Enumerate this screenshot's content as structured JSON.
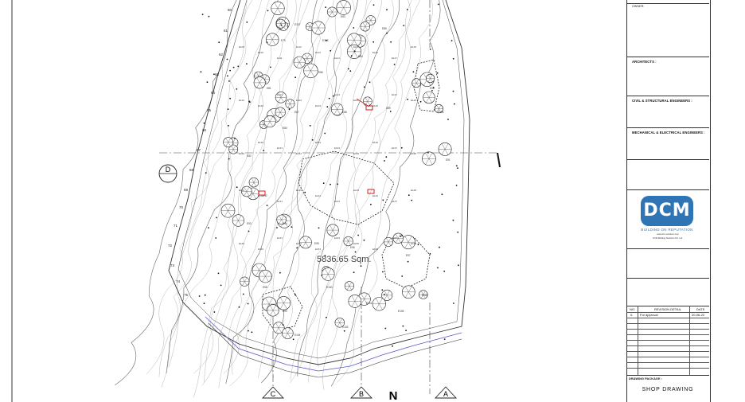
{
  "drawing": {
    "area_label": "5836.65 Sqm.",
    "north_label": "N",
    "section_markers": [
      "D",
      "C",
      "B",
      "A"
    ],
    "tree_tags": [
      "E79",
      "E80",
      "E81",
      "E82",
      "E83",
      "E84",
      "E85",
      "E86",
      "E87",
      "E88",
      "E89",
      "E90",
      "E91",
      "E92",
      "E93",
      "E94",
      "E95",
      "E96",
      "E97",
      "E98",
      "E99",
      "E100",
      "E101",
      "E102",
      "E103",
      "E104",
      "E105",
      "E106",
      "E107",
      "E108",
      "E109",
      "E110",
      "E111",
      "E112",
      "E113",
      "E114",
      "E115",
      "E116",
      "E117",
      "E118",
      "E119",
      "E120",
      "E121",
      "E122",
      "E123",
      "E124",
      "E125",
      "E126",
      "E127",
      "E128",
      "E129",
      "E130",
      "E131",
      "E132",
      "E133",
      "E134",
      "E135",
      "E136",
      "E137",
      "E138",
      "E139",
      "E140",
      "E141",
      "E142",
      "E143",
      "E144",
      "E145",
      "E146",
      "E147",
      "E148",
      "E149",
      "E150",
      "E151",
      "E152",
      "E153",
      "E154",
      "E155",
      "E156",
      "E157",
      "E158"
    ],
    "boundary_numbers": [
      "60",
      "61",
      "62",
      "63",
      "64",
      "65",
      "66",
      "67",
      "68",
      "69",
      "70",
      "71",
      "72",
      "73",
      "74",
      "75"
    ]
  },
  "titleblock": {
    "owner_label": "OWNER:",
    "architects_label": "ARCHITECTS :",
    "civil_label": "CIVIL & STRUCTURAL ENGINEERS :",
    "mep_label": "MECHANICAL & ELECTRICAL ENGINEERS :",
    "logo_text": "DCM",
    "logo_tagline": "BUILDING ON REPUTATION",
    "logo_small_1": "www.dcm-solutions.com",
    "logo_small_2": "DCM Building Solutions  Pvt. Ltd.",
    "revision_headers": {
      "no": "NO.",
      "detail": "REVISION DETAIL",
      "date": "DATE"
    },
    "revisions": [
      {
        "no": "0.",
        "detail": "For approval",
        "date": "20-06-22"
      }
    ],
    "drawing_package_label": "DRAWING PACKAGE :",
    "drawing_package_value": "SHOP DRAWING"
  },
  "colors": {
    "line": "#333333",
    "contour": "#555555",
    "accent_blue": "#2f74b5",
    "accent_red": "#d02020",
    "boundary_blue": "#5a5ac8"
  }
}
